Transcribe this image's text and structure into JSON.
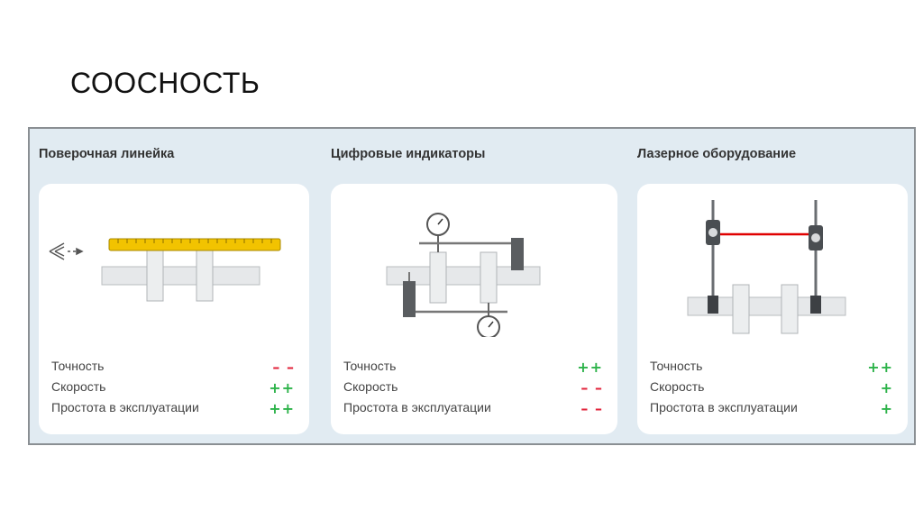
{
  "title": "СООСНОСТЬ",
  "colors": {
    "plus": "#2db34a",
    "minus": "#e2233b",
    "ruler": "#f2c300",
    "laser": "#e00000"
  },
  "methods": [
    {
      "name": "Поверочная линейка",
      "icon": "straightedge-ruler-icon",
      "ratings": [
        {
          "label": "Точность",
          "score": "– –"
        },
        {
          "label": "Скорость",
          "score": "++"
        },
        {
          "label": "Простота в эксплуатации",
          "score": "++"
        }
      ]
    },
    {
      "name": "Цифровые индикаторы",
      "icon": "dial-indicator-icon",
      "ratings": [
        {
          "label": "Точность",
          "score": "++"
        },
        {
          "label": "Скорость",
          "score": "– –"
        },
        {
          "label": "Простота в эксплуатации",
          "score": "– –"
        }
      ]
    },
    {
      "name": "Лазерное оборудование",
      "icon": "laser-alignment-icon",
      "ratings": [
        {
          "label": "Точность",
          "score": "++"
        },
        {
          "label": "Скорость",
          "score": "+"
        },
        {
          "label": "Простота в эксплуатации",
          "score": "+"
        }
      ]
    }
  ]
}
